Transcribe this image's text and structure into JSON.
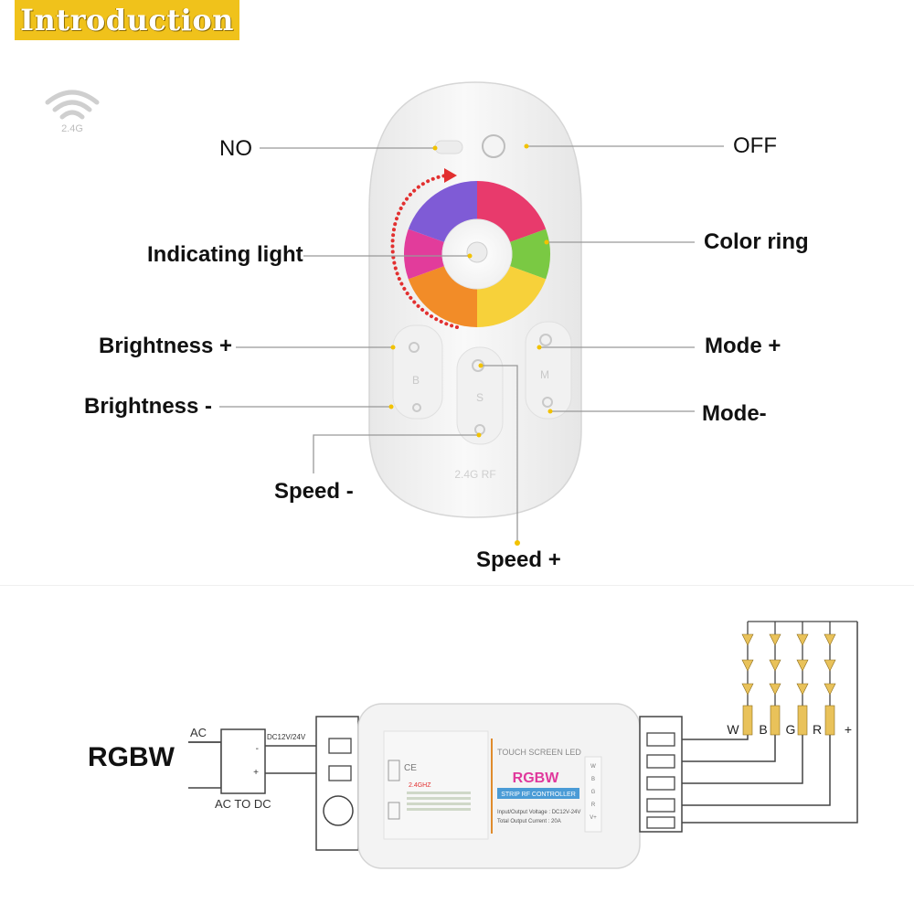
{
  "banner": {
    "title": "Introduction"
  },
  "signal_badge": {
    "text": "2.4G"
  },
  "remote": {
    "labels": {
      "no": "NO",
      "off": "OFF",
      "indicating_light": "Indicating light",
      "color_ring": "Color ring",
      "brightness_plus": "Brightness +",
      "brightness_minus": "Brightness -",
      "mode_plus": "Mode +",
      "mode_minus": "Mode-",
      "speed_minus": "Speed -",
      "speed_plus": "Speed +"
    },
    "button_letters": {
      "b": "B",
      "s": "S",
      "m": "M"
    },
    "rf_text": "2.4G RF"
  },
  "wiring": {
    "system_label": "RGBW",
    "ac_label": "AC",
    "dc_label": "DC12V/24V",
    "adapter_label": "AC TO DC",
    "channels": [
      "W",
      "B",
      "G",
      "R",
      "+"
    ],
    "controller": {
      "header": "TOUCH SCREEN LED",
      "model": "RGBW",
      "subtitle": "STRIP RF CONTROLLER",
      "freq": "2.4GHZ",
      "spec_voltage": "Input/Output Voltage : DC12V-24V",
      "spec_current": "Total Output Current : 20A",
      "terminals": [
        "W",
        "B",
        "G",
        "R",
        "V+"
      ]
    }
  },
  "colors": {
    "banner_bg": "#f0c21b",
    "leader_line": "#999999",
    "leader_dot": "#f2c200",
    "wire": "#444444",
    "led_strip": "#e9c25a"
  }
}
